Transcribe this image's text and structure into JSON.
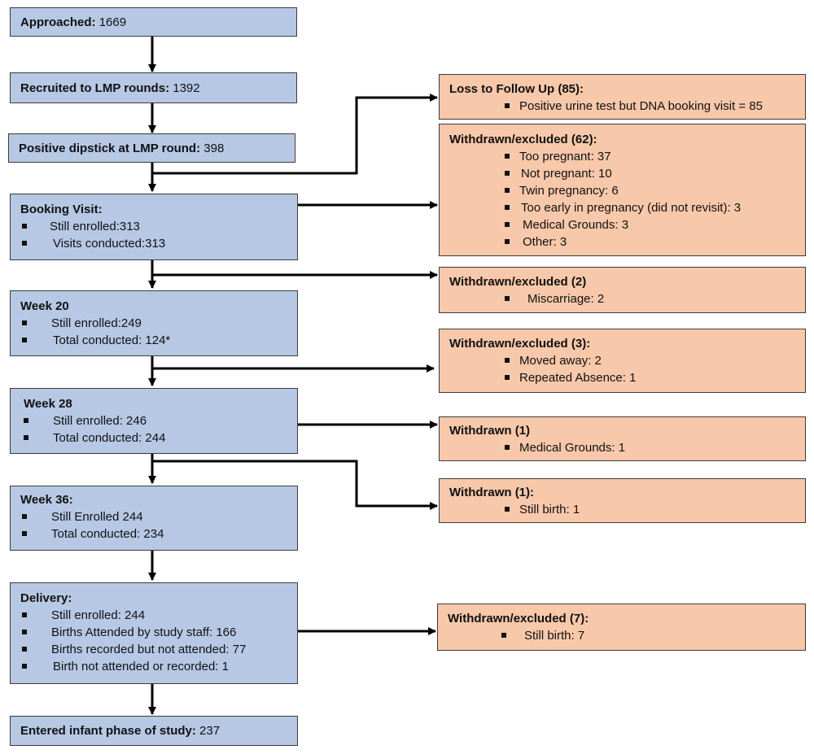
{
  "approached": {
    "label": "Approached:",
    "value": "1669"
  },
  "recruited": {
    "label": "Recruited to LMP rounds:",
    "value": "1392"
  },
  "positive_dipstick": {
    "label": "Positive dipstick at LMP round:",
    "value": "398"
  },
  "booking": {
    "title": "Booking Visit:",
    "items": [
      "Still enrolled:313",
      "Visits conducted:313"
    ]
  },
  "week20": {
    "title": "Week 20",
    "items": [
      "Still enrolled:249",
      "Total conducted: 124*"
    ]
  },
  "week28": {
    "title": "Week 28",
    "items": [
      "Still enrolled: 246",
      "Total conducted: 244"
    ]
  },
  "week36": {
    "title": "Week 36:",
    "items": [
      "Still Enrolled 244",
      "Total conducted: 234"
    ]
  },
  "delivery": {
    "title": "Delivery:",
    "items": [
      "Still enrolled: 244",
      "Births Attended by study staff: 166",
      "Births recorded but not attended: 77",
      "Birth not attended or recorded: 1"
    ]
  },
  "infant": {
    "label": "Entered infant phase of study:",
    "value": "237"
  },
  "loss_follow_up": {
    "title": "Loss to Follow Up (85):",
    "items": [
      "Positive urine test but DNA booking visit = 85"
    ]
  },
  "withdrawn_62": {
    "title": "Withdrawn/excluded (62):",
    "items": [
      "Too pregnant: 37",
      "Not pregnant: 10",
      "Twin pregnancy: 6",
      "Too early in pregnancy (did not revisit): 3",
      "Medical Grounds: 3",
      "Other: 3"
    ]
  },
  "withdrawn_2": {
    "title": "Withdrawn/excluded (2)",
    "items": [
      "Miscarriage: 2"
    ]
  },
  "withdrawn_3": {
    "title": "Withdrawn/excluded (3):",
    "items": [
      "Moved away: 2",
      "Repeated Absence: 1"
    ]
  },
  "withdrawn_1a": {
    "title": "Withdrawn (1)",
    "items": [
      "Medical Grounds: 1"
    ]
  },
  "withdrawn_1b": {
    "title": "Withdrawn (1):",
    "items": [
      "Still birth: 1"
    ]
  },
  "withdrawn_7": {
    "title": "Withdrawn/excluded (7):",
    "items": [
      "Still birth: 7"
    ]
  },
  "colors": {
    "main_box": "#b7c8e5",
    "side_box": "#f7c8aa",
    "border": "#3b3b3b",
    "arrow": "#000000"
  }
}
